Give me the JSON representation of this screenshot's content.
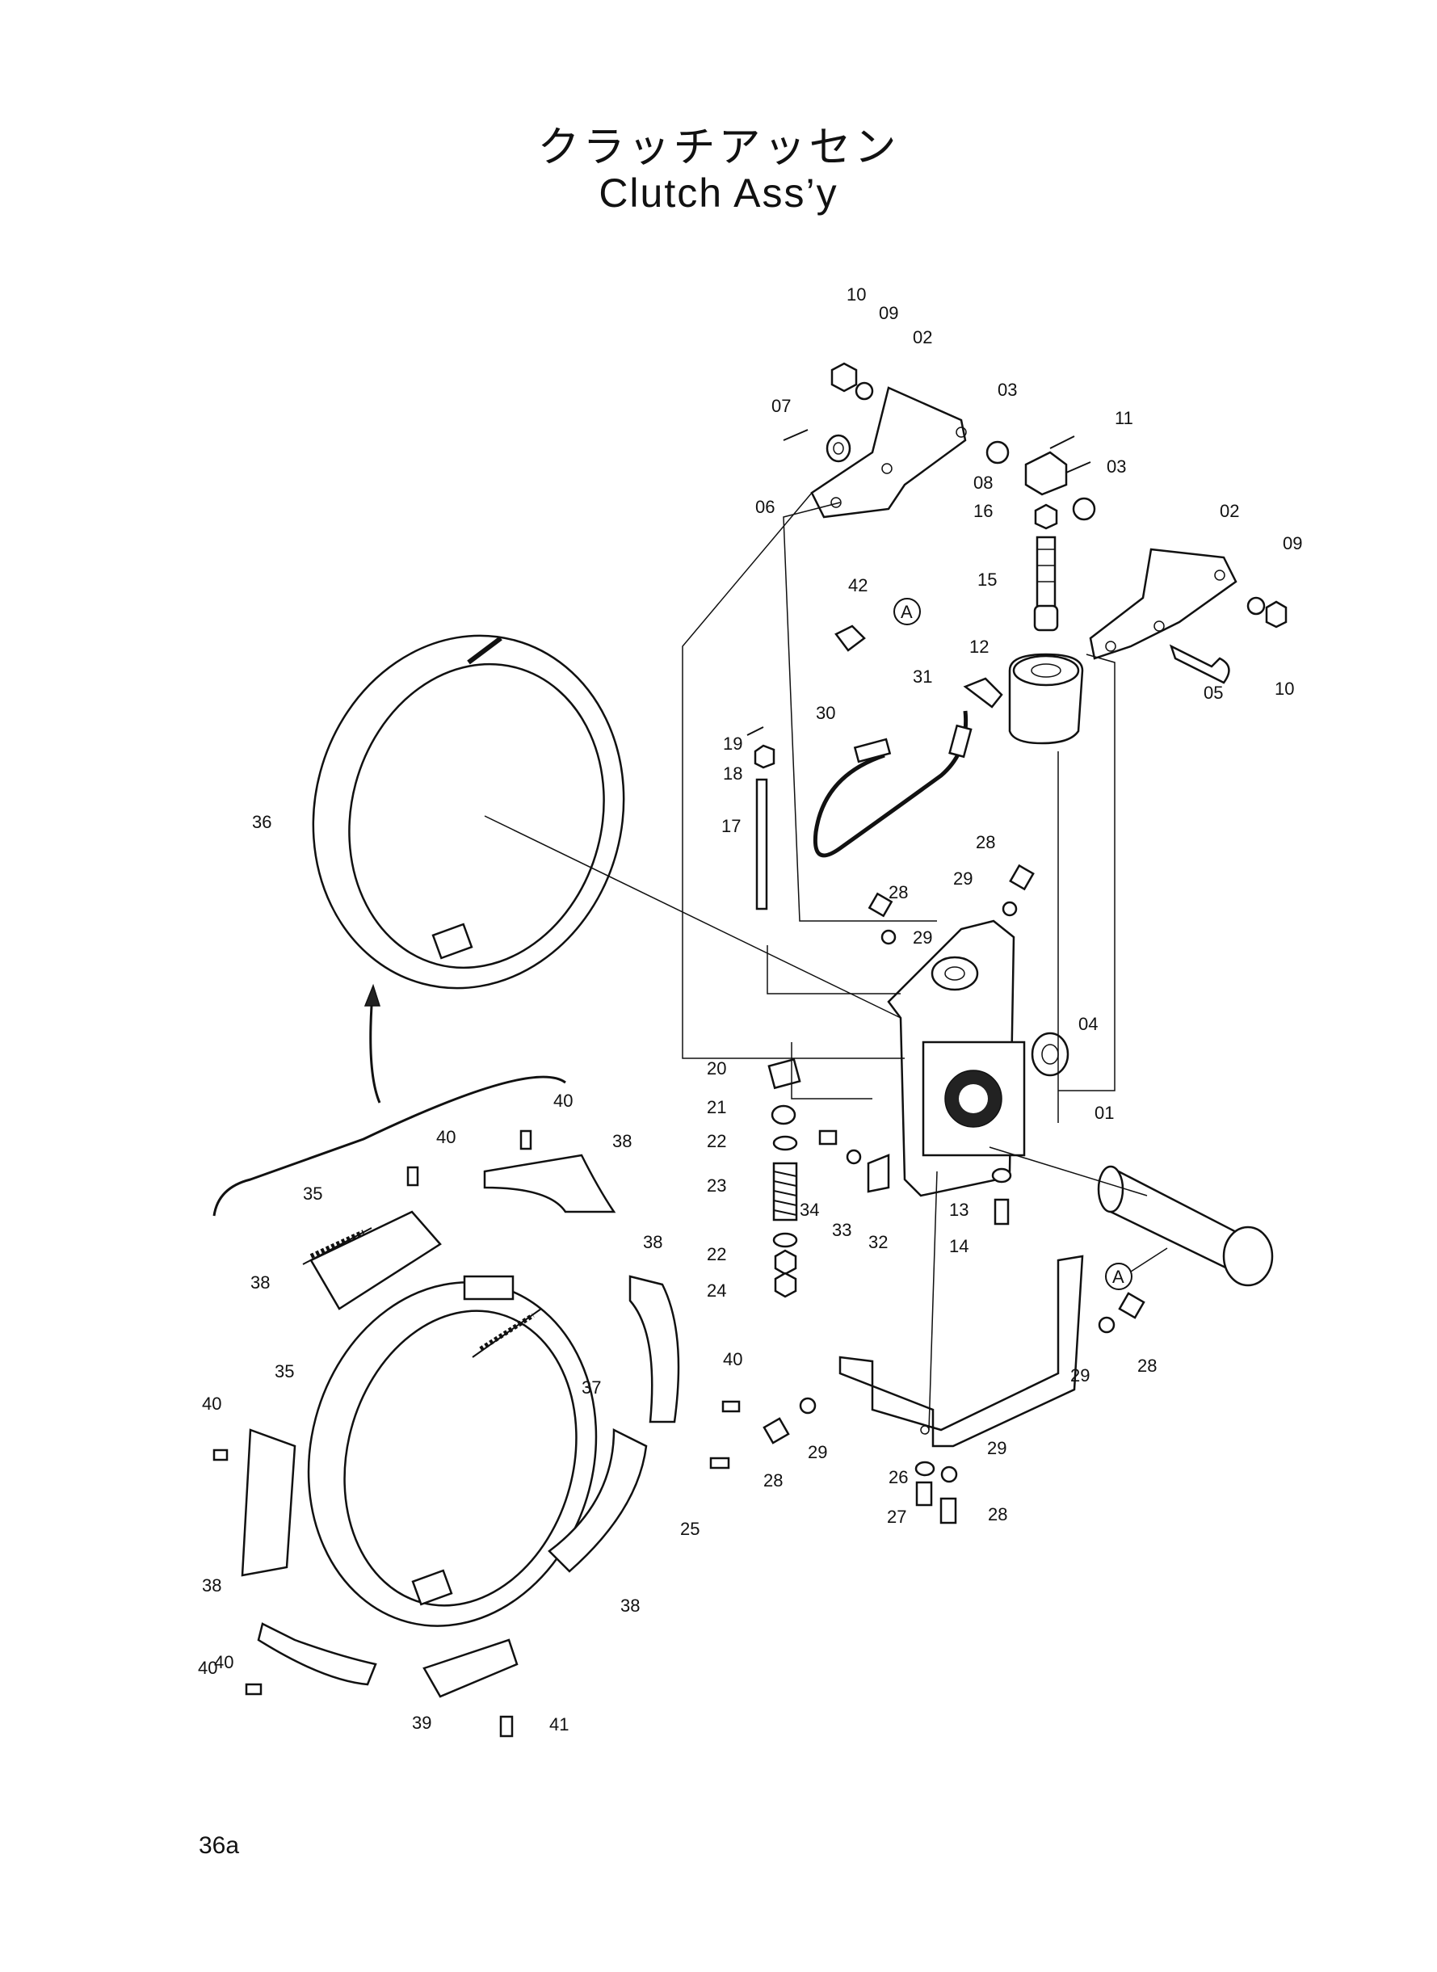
{
  "title": {
    "japanese": "クラッチアッセン",
    "english": "Clutch Ass’y"
  },
  "page_number": "36a",
  "reference_marks": [
    "A",
    "A"
  ],
  "part_labels": [
    "10",
    "09",
    "02",
    "07",
    "06",
    "03",
    "11",
    "08",
    "03",
    "16",
    "02",
    "09",
    "10",
    "15",
    "05",
    "12",
    "42",
    "31",
    "30",
    "19",
    "18",
    "17",
    "36",
    "28",
    "29",
    "28",
    "29",
    "04",
    "20",
    "01",
    "21",
    "22",
    "23",
    "34",
    "33",
    "32",
    "13",
    "14",
    "22",
    "24",
    "40",
    "40",
    "38",
    "35",
    "38",
    "38",
    "37",
    "35",
    "40",
    "40",
    "25",
    "29",
    "28",
    "28",
    "29",
    "26",
    "29",
    "27",
    "28",
    "40",
    "38",
    "38",
    "40",
    "39",
    "41"
  ]
}
